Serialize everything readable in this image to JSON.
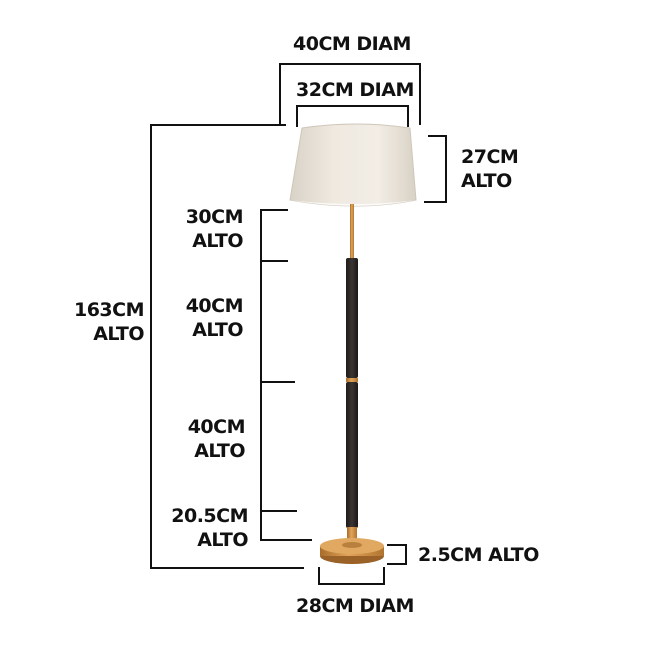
{
  "dimensions": {
    "shade_top_diam": "40CM DIAM",
    "shade_inner_diam": "32CM DIAM",
    "shade_height": [
      "27CM",
      "ALTO"
    ],
    "total_height": [
      "163CM",
      "ALTO"
    ],
    "stem_upper": [
      "30CM",
      "ALTO"
    ],
    "stem_segment_1": [
      "40CM",
      "ALTO"
    ],
    "stem_segment_2": [
      "40CM",
      "ALTO"
    ],
    "stem_lower": [
      "20.5CM",
      "ALTO"
    ],
    "base_height": "2.5CM ALTO",
    "base_diam": "28CM DIAM"
  },
  "colors": {
    "line": "#111111",
    "shade": "#ece6dc",
    "brass": "#c8893e",
    "stem_dark": "#2a2524"
  }
}
